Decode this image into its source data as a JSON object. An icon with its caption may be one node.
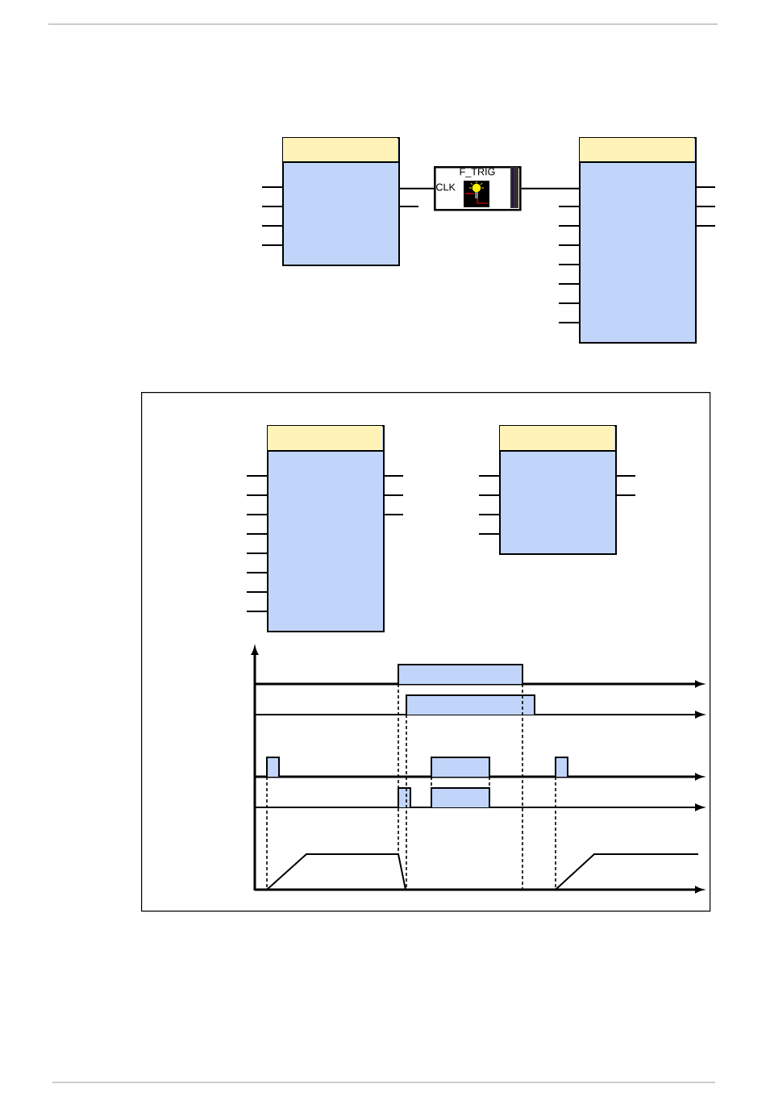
{
  "diagram": {
    "nodes": [
      {
        "text": [],
        "shape": "box"
      },
      {
        "text": [
          "F_TRIG",
          "CLK"
        ]
      },
      {
        "text": [],
        "shape": "box"
      },
      {
        "text": [],
        "shape": "box"
      },
      {
        "text": [],
        "shape": "box",
        "in": 3
      },
      {
        "text": [],
        "shape": "box",
        "in": 3
      }
    ],
    "edges": [
      {
        "from": 0,
        "to": 1,
        "arrow": "none"
      },
      {
        "from": 1,
        "to": 2,
        "arrow": "none"
      }
    ]
  }
}
